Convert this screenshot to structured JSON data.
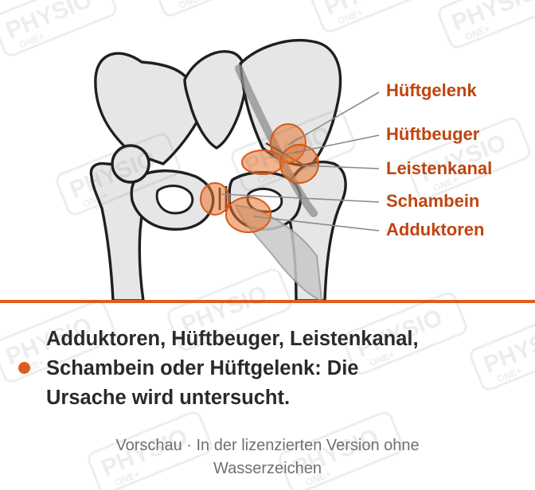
{
  "diagram": {
    "labels": [
      "Hüftgelenk",
      "Hüftbeuger",
      "Leistenkanal",
      "Schambein",
      "Adduktoren"
    ],
    "accent_color": "#e25d1c",
    "label_color": "#c1440e",
    "icon": "pelvis-anatomy-illustration"
  },
  "caption": {
    "line1": "Adduktoren, Hüftbeuger, Leistenkanal,",
    "line2": "Schambein oder Hüftgelenk: Die",
    "line3": "Ursache wird untersucht."
  },
  "footer": {
    "line1": "Vorschau · In der lizenzierten Version ohne",
    "line2": "Wasserzeichen"
  },
  "watermark": {
    "text": "PHYSIO",
    "subtext": "ONE+"
  }
}
